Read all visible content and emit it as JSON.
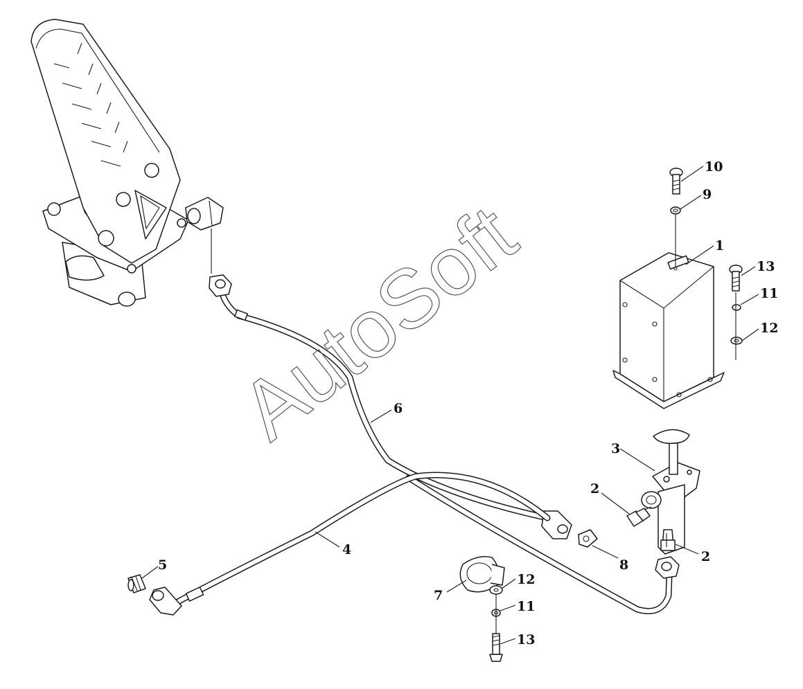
{
  "watermark": "AutoSoft",
  "callouts": {
    "c1": "1",
    "c2a": "2",
    "c2b": "2",
    "c3": "3",
    "c4": "4",
    "c5": "5",
    "c6": "6",
    "c7": "7",
    "c8": "8",
    "c9": "9",
    "c10": "10",
    "c11a": "11",
    "c11b": "11",
    "c12a": "12",
    "c12b": "12",
    "c13a": "13",
    "c13b": "13"
  }
}
